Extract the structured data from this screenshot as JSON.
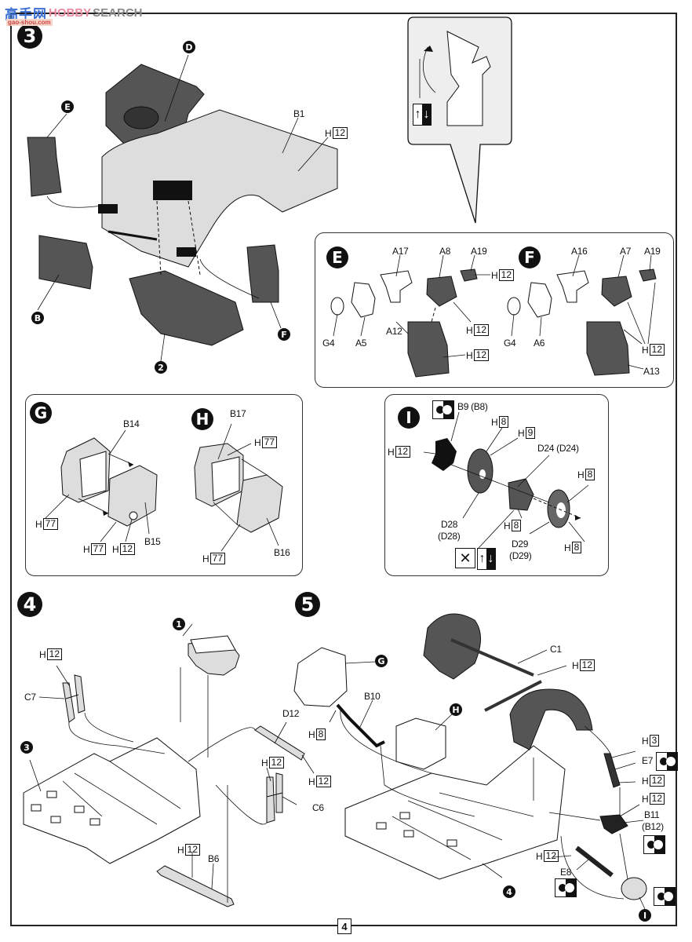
{
  "watermark": {
    "cn": "高手网",
    "en": "HOBBY",
    "search": "SEARCH",
    "url": "gao-shou.com"
  },
  "page_number": "4",
  "steps": {
    "step3": {
      "number": "3",
      "refs": {
        "D": "D",
        "E": "E",
        "B": "B",
        "F": "F",
        "sub2": "2"
      },
      "labels": {
        "B1": "B1"
      },
      "paint": [
        {
          "letter": "H",
          "code": "12"
        }
      ],
      "callout": {
        "icon": "pivot-arrows"
      }
    },
    "subE": {
      "letter": "E",
      "labels": {
        "A17": "A17",
        "A8": "A8",
        "A19": "A19",
        "G4": "G4",
        "A5": "A5",
        "A12": "A12"
      },
      "paint": [
        {
          "letter": "H",
          "code": "12"
        },
        {
          "letter": "H",
          "code": "12"
        },
        {
          "letter": "H",
          "code": "12"
        }
      ]
    },
    "subF": {
      "letter": "F",
      "labels": {
        "A16": "A16",
        "A7": "A7",
        "A19": "A19",
        "G4": "G4",
        "A6": "A6",
        "A13": "A13"
      },
      "paint": [
        {
          "letter": "H",
          "code": "12"
        }
      ]
    },
    "subG": {
      "letter": "G",
      "labels": {
        "B14": "B14",
        "B15": "B15"
      },
      "paint": [
        {
          "letter": "H",
          "code": "77"
        },
        {
          "letter": "H",
          "code": "77"
        },
        {
          "letter": "H",
          "code": "12"
        }
      ]
    },
    "subH": {
      "letter": "H",
      "labels": {
        "B17": "B17",
        "B16": "B16"
      },
      "paint": [
        {
          "letter": "H",
          "code": "77"
        },
        {
          "letter": "H",
          "code": "77"
        }
      ]
    },
    "subI": {
      "letter": "I",
      "labels": {
        "B9": "B9 (B8)",
        "D24": "D24 (D24)",
        "D28a": "D28",
        "D28b": "(D28)",
        "D29a": "D29",
        "D29b": "(D29)"
      },
      "paint": [
        {
          "letter": "H",
          "code": "12"
        },
        {
          "letter": "H",
          "code": "8"
        },
        {
          "letter": "H",
          "code": "9"
        },
        {
          "letter": "H",
          "code": "8"
        },
        {
          "letter": "H",
          "code": "8"
        },
        {
          "letter": "H",
          "code": "8"
        }
      ]
    },
    "step4": {
      "number": "4",
      "refs": {
        "sub1": "1",
        "sub3": "3"
      },
      "labels": {
        "C7": "C7",
        "D12": "D12",
        "C6": "C6",
        "B6": "B6"
      },
      "paint": [
        {
          "letter": "H",
          "code": "12"
        },
        {
          "letter": "H",
          "code": "12"
        },
        {
          "letter": "H",
          "code": "12"
        },
        {
          "letter": "H",
          "code": "12"
        }
      ]
    },
    "step5": {
      "number": "5",
      "refs": {
        "G": "G",
        "H": "H",
        "sub4": "4",
        "I": "I"
      },
      "labels": {
        "B10": "B10",
        "C1": "C1",
        "E7": "E7",
        "B11a": "B11",
        "B11b": "(B12)",
        "E8": "E8"
      },
      "paint": [
        {
          "letter": "H",
          "code": "8"
        },
        {
          "letter": "H",
          "code": "12"
        },
        {
          "letter": "H",
          "code": "3"
        },
        {
          "letter": "H",
          "code": "12"
        },
        {
          "letter": "H",
          "code": "12"
        },
        {
          "letter": "H",
          "code": "12"
        }
      ]
    }
  }
}
